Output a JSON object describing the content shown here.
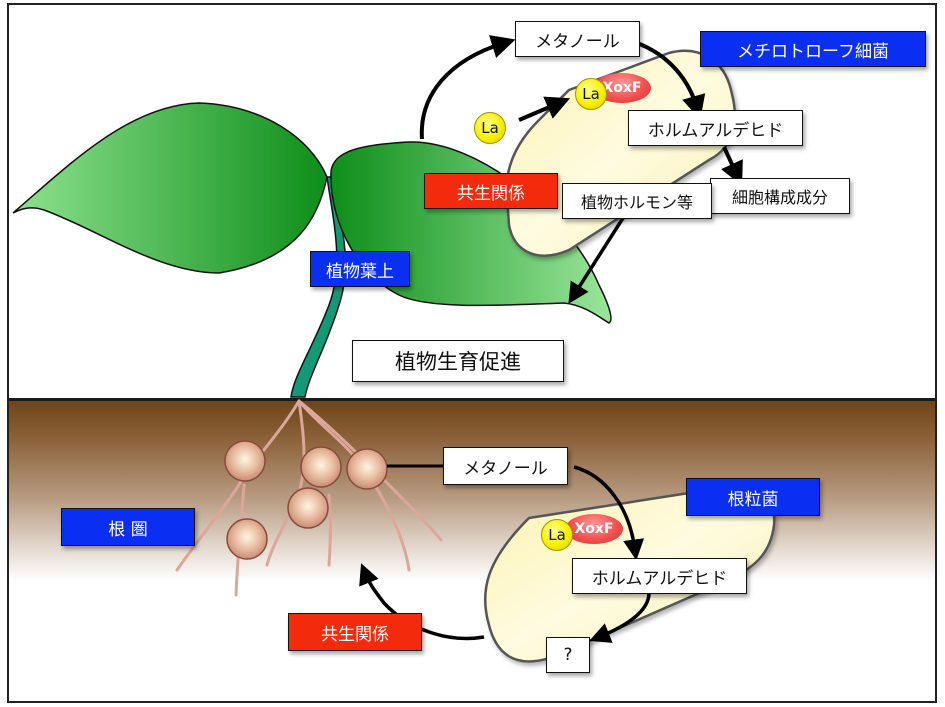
{
  "upper": {
    "region_label": "植物葉上",
    "growth_label": "植物生育促進",
    "bacteria_label": "メチロトローフ細菌",
    "symbiosis_label": "共生関係",
    "methanol_label": "メタノール",
    "formaldehyde_label": "ホルムアルデヒド",
    "cell_components_label": "細胞構成成分",
    "plant_hormone_label": "植物ホルモン等",
    "la_free_label": "La",
    "la_bound_label": "La",
    "enzyme_label": "XoxF"
  },
  "lower": {
    "region_label": "根 圏",
    "bacteria_label": "根粒菌",
    "symbiosis_label": "共生関係",
    "methanol_label": "メタノール",
    "formaldehyde_label": "ホルムアルデヒド",
    "unknown_label": "?",
    "la_bound_label": "La",
    "enzyme_label": "XoxF"
  },
  "colors": {
    "blue_label": "#0a2ff2",
    "red_label": "#f42a0c",
    "leaf_green": "#1a9a2a",
    "stem_teal": "#129a76",
    "bacterium_fill": "#fdf8c8",
    "soil_brown": "#6e4419"
  }
}
